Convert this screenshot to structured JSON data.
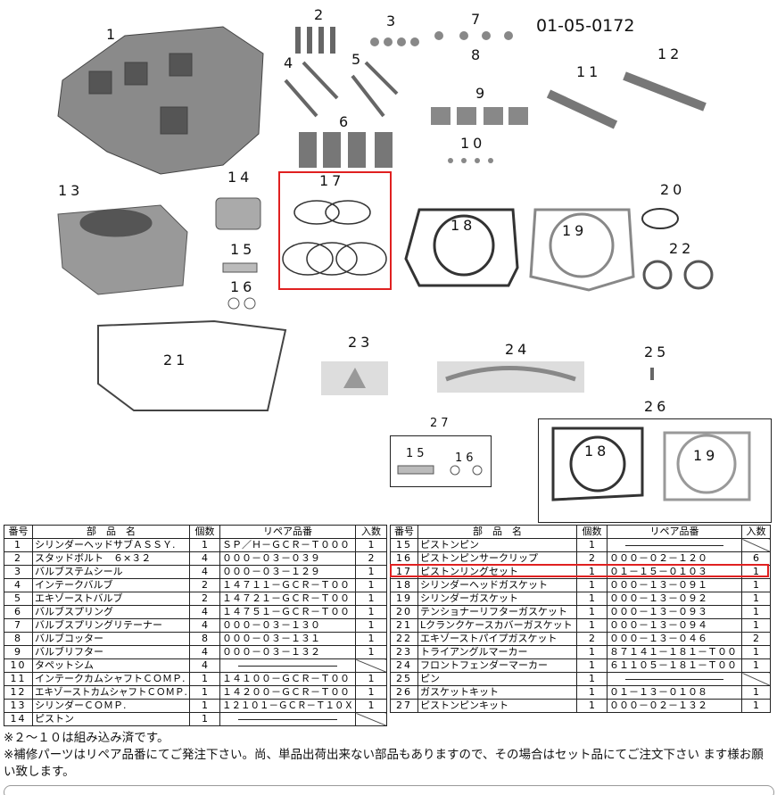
{
  "diagram": {
    "code": "01-05-0172",
    "labels": {
      "p1": "1",
      "p2": "2",
      "p3": "3",
      "p4": "4",
      "p5": "5",
      "p6": "6",
      "p7": "7",
      "p8": "8",
      "p9": "9",
      "p10": "10",
      "p11": "11",
      "p12": "12",
      "p13": "13",
      "p14": "14",
      "p15": "15",
      "p16": "16",
      "p17": "17",
      "p18": "18",
      "p19": "19",
      "p20": "20",
      "p21": "21",
      "p22": "22",
      "p23": "23",
      "p24": "24",
      "p25": "25",
      "p26": "26",
      "p27": "27",
      "k27_15": "15",
      "k27_16": "16",
      "k26_18": "18",
      "k26_19": "19"
    },
    "highlight_color": "#e02020"
  },
  "table": {
    "headers": {
      "no": "番号",
      "name": "部　品　名",
      "qty": "個数",
      "repair": "リペア品番",
      "set": "入数"
    },
    "left": [
      {
        "no": "1",
        "name": "シリンダーヘッドサブＡＳＳＹ.",
        "qty": "1",
        "repair": "ＳＰ／Ｈ－ＧＣＲ－Ｔ０００",
        "set": "1"
      },
      {
        "no": "2",
        "name": "スタッドボルト　６×３２",
        "qty": "4",
        "repair": "０００－０３－０３９",
        "set": "2"
      },
      {
        "no": "3",
        "name": "バルブステムシール",
        "qty": "4",
        "repair": "０００－０３－１２９",
        "set": "1"
      },
      {
        "no": "4",
        "name": "インテークバルブ",
        "qty": "2",
        "repair": "１４７１１－ＧＣＲ－Ｔ００",
        "set": "1"
      },
      {
        "no": "5",
        "name": "エキゾーストバルブ",
        "qty": "2",
        "repair": "１４７２１－ＧＣＲ－Ｔ００",
        "set": "1"
      },
      {
        "no": "6",
        "name": "バルブスプリング",
        "qty": "4",
        "repair": "１４７５１－ＧＣＲ－Ｔ００",
        "set": "1"
      },
      {
        "no": "7",
        "name": "バルブスプリングリテーナー",
        "qty": "4",
        "repair": "０００－０３－１３０",
        "set": "1"
      },
      {
        "no": "8",
        "name": "バルブコッター",
        "qty": "8",
        "repair": "０００－０３－１３１",
        "set": "1"
      },
      {
        "no": "9",
        "name": "バルブリフター",
        "qty": "4",
        "repair": "０００－０３－１３２",
        "set": "1"
      },
      {
        "no": "10",
        "name": "タペットシム",
        "qty": "4",
        "repair": "",
        "set": ""
      },
      {
        "no": "11",
        "name": "インテークカムシャフトＣＯＭＰ.",
        "qty": "1",
        "repair": "１４１００－ＧＣＲ－Ｔ００",
        "set": "1"
      },
      {
        "no": "12",
        "name": "エキゾーストカムシャフトＣＯＭＰ.",
        "qty": "1",
        "repair": "１４２００－ＧＣＲ－Ｔ００",
        "set": "1"
      },
      {
        "no": "13",
        "name": "シリンダーＣＯＭＰ.",
        "qty": "1",
        "repair": "１２１０１－ＧＣＲ－Ｔ１０Ｘ",
        "set": "1"
      },
      {
        "no": "14",
        "name": "ピストン",
        "qty": "1",
        "repair": "",
        "set": ""
      }
    ],
    "right": [
      {
        "no": "15",
        "name": "ピストンピン",
        "qty": "1",
        "repair": "",
        "set": ""
      },
      {
        "no": "16",
        "name": "ピストンピンサークリップ",
        "qty": "2",
        "repair": "０００－０２－１２０",
        "set": "6"
      },
      {
        "no": "17",
        "name": "ピストンリングセット",
        "qty": "1",
        "repair": "０１－１５－０１０３",
        "set": "1"
      },
      {
        "no": "18",
        "name": "シリンダーヘッドガスケット",
        "qty": "1",
        "repair": "０００－１３－０９１",
        "set": "1"
      },
      {
        "no": "19",
        "name": "シリンダーガスケット",
        "qty": "1",
        "repair": "０００－１３－０９２",
        "set": "1"
      },
      {
        "no": "20",
        "name": "テンショナーリフターガスケット",
        "qty": "1",
        "repair": "０００－１３－０９３",
        "set": "1"
      },
      {
        "no": "21",
        "name": "Lクランクケースカバーガスケット",
        "qty": "1",
        "repair": "０００－１３－０９４",
        "set": "1"
      },
      {
        "no": "22",
        "name": "エキゾーストパイプガスケット",
        "qty": "2",
        "repair": "０００－１３－０４６",
        "set": "2"
      },
      {
        "no": "23",
        "name": "トライアングルマーカー",
        "qty": "1",
        "repair": "８７１４１－１８１－Ｔ００",
        "set": "1"
      },
      {
        "no": "24",
        "name": "フロントフェンダーマーカー",
        "qty": "1",
        "repair": "６１１０５－１８１－Ｔ００",
        "set": "1"
      },
      {
        "no": "25",
        "name": "ピン",
        "qty": "1",
        "repair": "",
        "set": ""
      },
      {
        "no": "26",
        "name": "ガスケットキット",
        "qty": "1",
        "repair": "０１－１３－０１０８",
        "set": "1"
      },
      {
        "no": "27",
        "name": "ピストンピンキット",
        "qty": "1",
        "repair": "０００－０２－１３２",
        "set": "1"
      }
    ]
  },
  "notes": [
    "※２～１０は組み込み済です。",
    "※補修パーツはリペア品番にてご発注下さい。尚、単品出荷出来ない部品もありますので、その場合はセット品にてご注文下さい ます様お願い致します。"
  ]
}
